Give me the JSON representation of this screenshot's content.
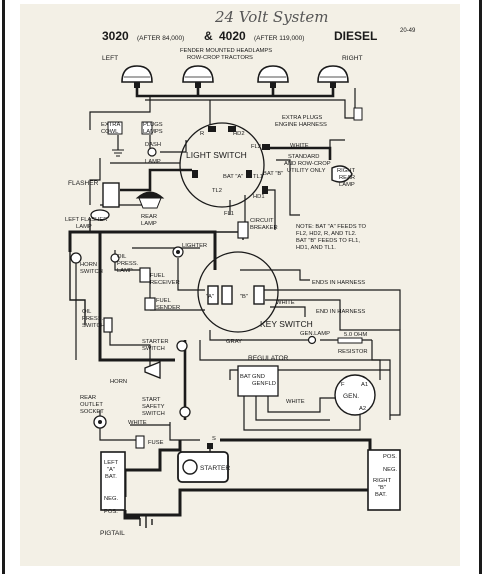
{
  "handwritten_title": "24 Volt System",
  "page_ref": "20-49",
  "title": {
    "model_a": "3020",
    "model_a_note": "(AFTER 84,000)",
    "amp": "&",
    "model_b": "4020",
    "model_b_note": "(AFTER 119,000)",
    "fuel": "DIESEL"
  },
  "headlamps": {
    "caption_line1": "FENDER MOUNTED HEADLAMPS",
    "caption_line2": "ROW-CROP TRACTORS",
    "left": "LEFT",
    "right": "RIGHT"
  },
  "components": {
    "extra_cowl_1": "EXTRA",
    "extra_cowl_2": "COWL",
    "plugs_lamps_1": "PLUGS",
    "plugs_lamps_2": "LAMPS",
    "dash_lamp_1": "DASH",
    "dash_lamp_2": "LAMP",
    "extra_plugs_1": "EXTRA PLUGS",
    "extra_plugs_2": "ENGINE HARNESS",
    "light_switch": "LIGHT SWITCH",
    "white": "WHITE",
    "standard_1": "STANDARD",
    "standard_2": "AND ROW-CROP",
    "standard_3": "UTILITY ONLY",
    "right_rear_1": "RIGHT",
    "right_rear_2": "REAR",
    "right_rear_3": "LAMP",
    "flasher": "FLASHER",
    "rear_lamp_1": "REAR",
    "rear_lamp_2": "LAMP",
    "left_flasher_1": "LEFT FLASHER",
    "left_flasher_2": "LAMP",
    "circuit_breaker_1": "CIRCUIT",
    "circuit_breaker_2": "BREAKER",
    "lighter": "LIGHTER",
    "horn_switch_1": "HORN",
    "horn_switch_2": "SWITCH",
    "oil_press_lamp_1": "OIL",
    "oil_press_lamp_2": "PRESS.",
    "oil_press_lamp_3": "LAMP",
    "fuel_receiver_1": "FUEL",
    "fuel_receiver_2": "RECEIVER",
    "fuel_sender_1": "FUEL",
    "fuel_sender_2": "SENDER",
    "oil_press_switch_1": "OIL",
    "oil_press_switch_2": "PRESS.",
    "oil_press_switch_3": "SWITCH",
    "ends_in_harness": "ENDS IN HARNESS",
    "end_in_harness": "END IN HARNESS",
    "key_switch": "KEY SWITCH",
    "starter_switch_1": "STARTER",
    "starter_switch_2": "SWITCH",
    "gray": "GRAY",
    "gen_lamp": "GEN.LAMP",
    "ohm_value": "5.0 OHM",
    "resistor": "RESISTOR",
    "horn": "HORN",
    "regulator": "REGULATOR",
    "bat": "BAT",
    "gen": "GEN",
    "gnd": "GND",
    "fld": "FLD",
    "gen_big": "GEN.",
    "f": "F",
    "a1": "A1",
    "a2": "A2",
    "white2": "WHITE",
    "white3": "WHITE",
    "white4": "WHITE",
    "rear_outlet_1": "REAR",
    "rear_outlet_2": "OUTLET",
    "rear_outlet_3": "SOCKET",
    "start_safety_1": "START",
    "start_safety_2": "SAFETY",
    "start_safety_3": "SWITCH",
    "fuse": "FUSE",
    "s": "S",
    "starter": "STARTER",
    "left_bat_1": "LEFT",
    "left_bat_2": "\"A\"",
    "left_bat_3": "BAT.",
    "neg": "NEG.",
    "pos": "POS.",
    "neg_r": "NEG.",
    "pos_r": "POS.",
    "right_bat_1": "RIGHT",
    "right_bat_2": "\"B\"",
    "right_bat_3": "BAT.",
    "pigtail": "PIGTAIL"
  },
  "light_switch_terminals": {
    "r": "R",
    "hd2": "HD2",
    "fl2": "FL2",
    "tl1": "TL1",
    "tl2": "TL2",
    "bat_a": "BAT \"A\"",
    "bat_b": "BAT \"B\"",
    "hd1": "HD1",
    "fl1": "FL1"
  },
  "key_switch_terminals": {
    "a": "\"A\"",
    "b": "\"B\""
  },
  "note": {
    "line1": "NOTE:  BAT \"A\" FEEDS TO",
    "line2": "FL2, HD2, R, AND TL2.",
    "line3": "BAT \"B\" FEEDS TO FL1,",
    "line4": "HD1, AND TL1."
  },
  "colors": {
    "paper": "#f3f0e6",
    "ink": "#1a1a1a",
    "pencil": "#555555"
  }
}
